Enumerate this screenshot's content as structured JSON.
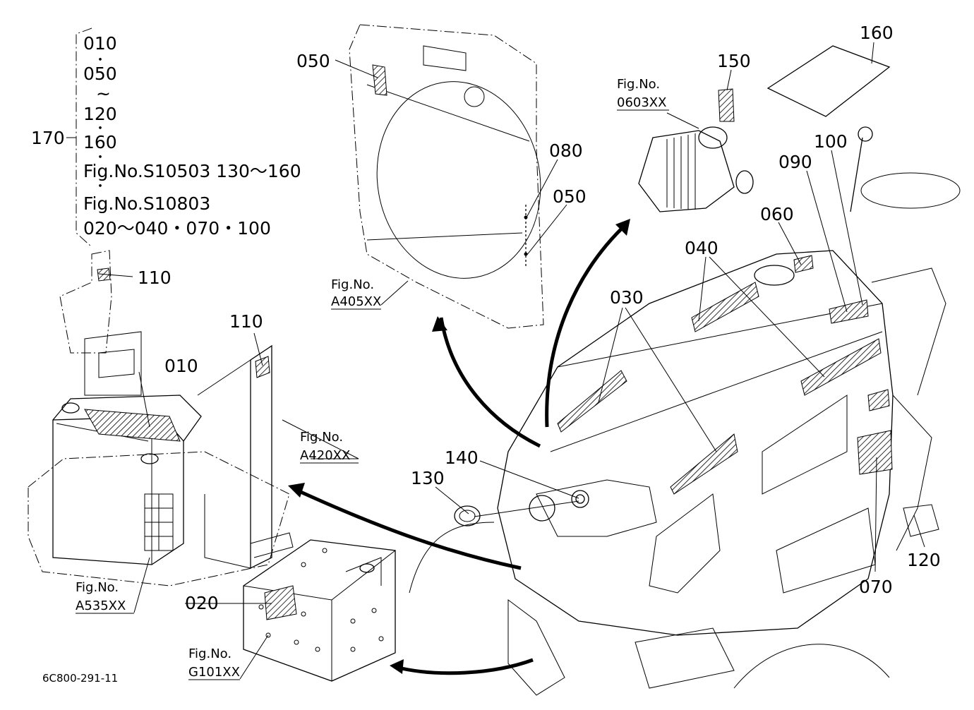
{
  "legend": {
    "ref_label": "170",
    "lines": [
      "010",
      "050",
      "120",
      "160",
      "Fig.No.S10503  130～160",
      "Fig.No.S10803",
      "020～040・070・100"
    ],
    "separators": [
      "・",
      "~",
      "・",
      "・",
      "・"
    ]
  },
  "part_labels": {
    "p010": "010",
    "p020": "020",
    "p030": "030",
    "p040": "040",
    "p050a": "050",
    "p050b": "050",
    "p060": "060",
    "p070": "070",
    "p080": "080",
    "p090": "090",
    "p100": "100",
    "p110a": "110",
    "p110b": "110",
    "p120": "120",
    "p130": "130",
    "p140": "140",
    "p150": "150",
    "p160": "160"
  },
  "fig_refs": {
    "a405": {
      "line1": "Fig.No.",
      "line2": "A405XX"
    },
    "f0603": {
      "line1": "Fig.No.",
      "line2": "0603XX"
    },
    "a420": {
      "line1": "Fig.No.",
      "line2": "A420XX"
    },
    "a535": {
      "line1": "Fig.No.",
      "line2": "A535XX"
    },
    "g101": {
      "line1": "Fig.No.",
      "line2": "G101XX"
    }
  },
  "drawing_code": "6C800-291-11"
}
